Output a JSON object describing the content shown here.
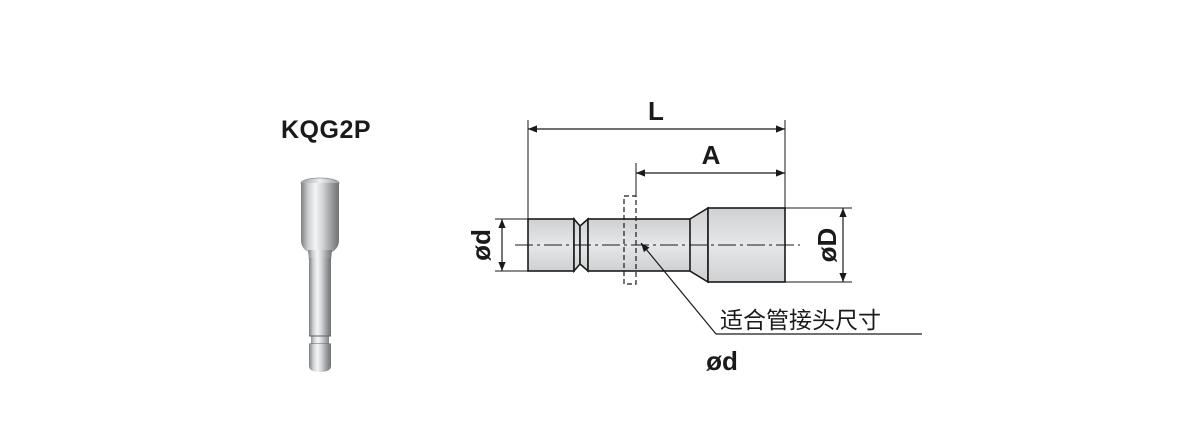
{
  "product": {
    "model": "KQG2P"
  },
  "dimensions": {
    "length_label": "L",
    "a_label": "A",
    "d_left_label": "ød",
    "D_right_label": "øD",
    "callout_label": "适合管接头尺寸",
    "callout_value": "ød"
  },
  "icons": {
    "photo": "plug-fitting-photo"
  }
}
